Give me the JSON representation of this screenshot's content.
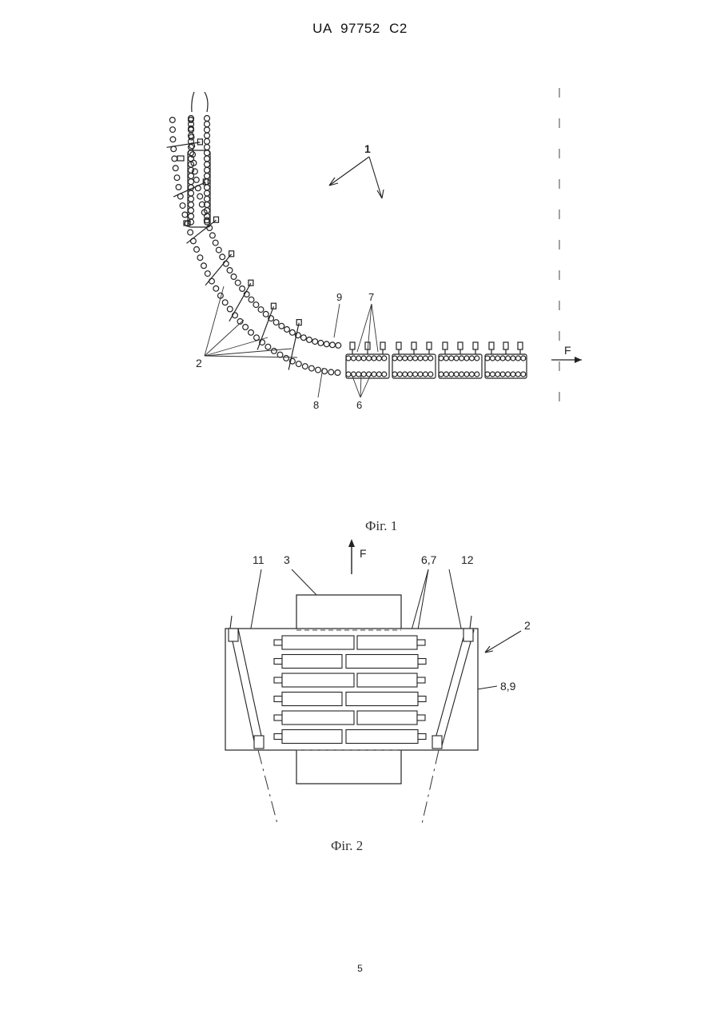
{
  "header": {
    "text": "UA   97752   C2"
  },
  "figure1": {
    "caption": "Фіг. 1",
    "labels": {
      "l1": "1",
      "l2": "2",
      "l6": "6",
      "l7": "7",
      "l8": "8",
      "l9": "9",
      "lF": "F"
    }
  },
  "figure2": {
    "caption": "Фіг. 2",
    "labels": {
      "l11": "11",
      "l3": "3",
      "lF": "F",
      "l67": "6,7",
      "l12": "12",
      "l2": "2",
      "l89": "8,9"
    }
  },
  "footer": {
    "page_number": "5"
  }
}
